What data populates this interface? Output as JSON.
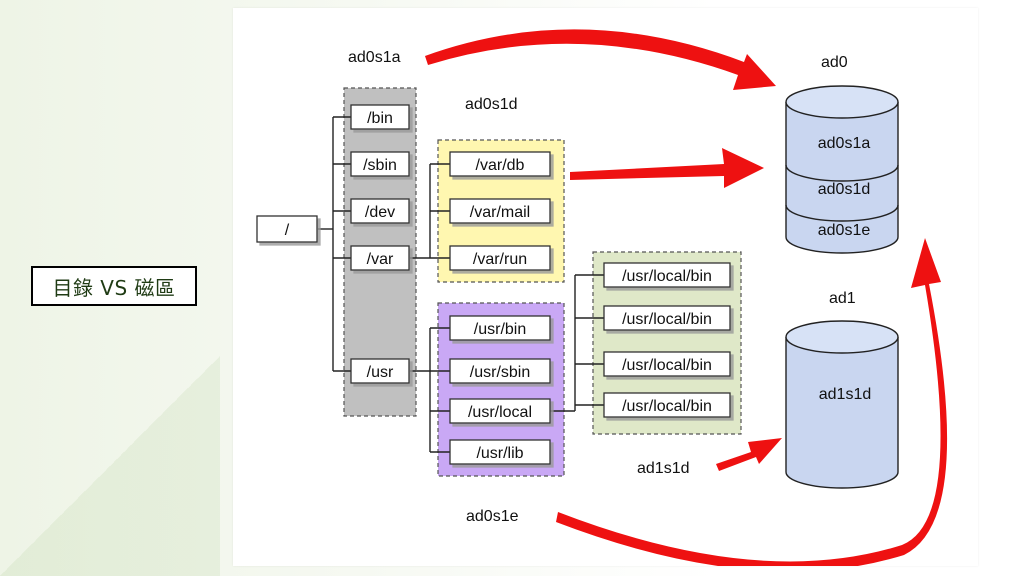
{
  "slide": {
    "label": "目錄 VS 磁區"
  },
  "diagram": {
    "root": "/",
    "top_dirs": [
      "/bin",
      "/sbin",
      "/dev",
      "/var",
      "/usr"
    ],
    "var_dirs": [
      "/var/db",
      "/var/mail",
      "/var/run"
    ],
    "usr_dirs": [
      "/usr/bin",
      "/usr/sbin",
      "/usr/local",
      "/usr/lib"
    ],
    "local_dirs": [
      "/usr/local/bin",
      "/usr/local/bin",
      "/usr/local/bin",
      "/usr/local/bin"
    ],
    "labels": {
      "ad0s1a_arrow": "ad0s1a",
      "ad0s1d_group": "ad0s1d",
      "ad1s1d_arrow": "ad1s1d",
      "ad0s1e_arrow": "ad0s1e"
    },
    "disk0": {
      "name": "ad0",
      "partitions": [
        "ad0s1a",
        "ad0s1d",
        "ad0s1e"
      ]
    },
    "disk1": {
      "name": "ad1",
      "partitions": [
        "ad1s1d"
      ]
    },
    "colors": {
      "arrow": "#ee1111",
      "disk_fill": "#c9d6f0",
      "root_group": "#c0c0c0",
      "var_group": "#fff7b0",
      "usr_group": "#c9a8f5",
      "local_group": "#dfe8c8"
    }
  }
}
